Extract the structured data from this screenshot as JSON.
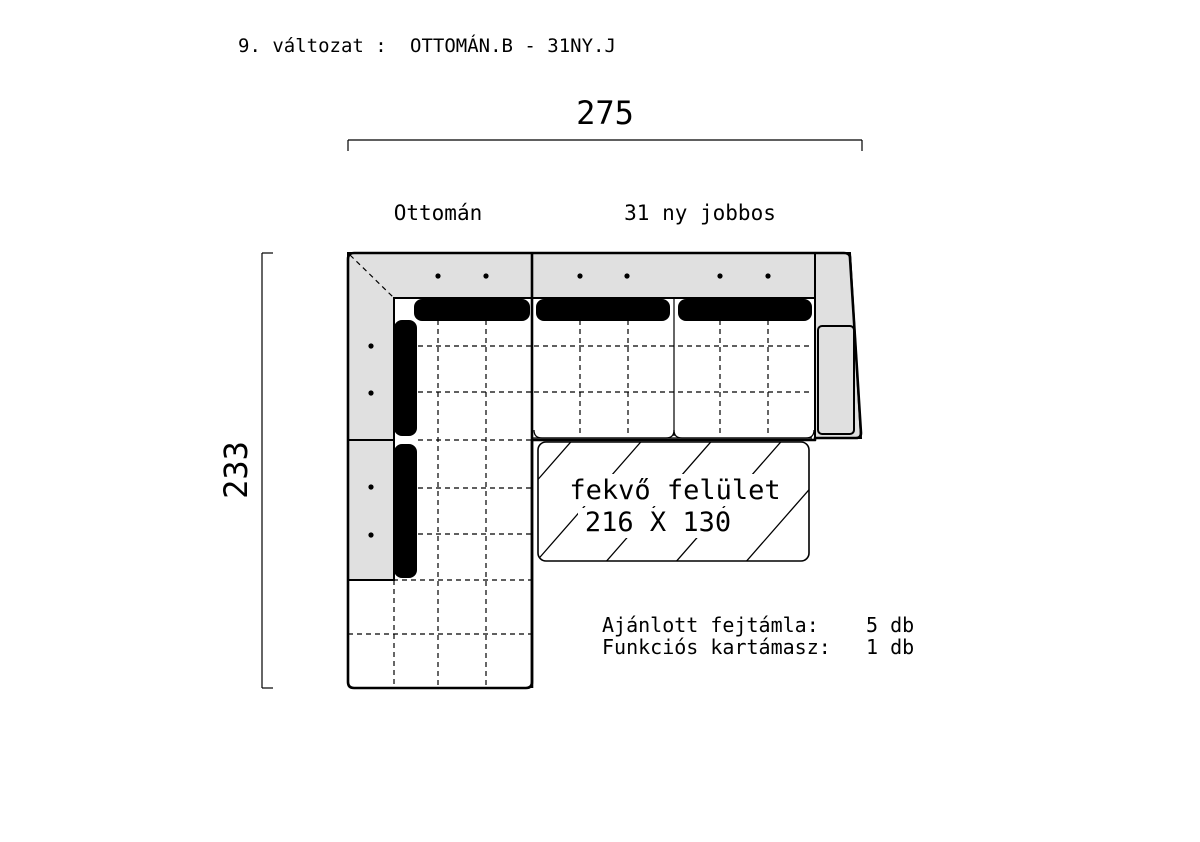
{
  "header": {
    "variant_label": "9. változat :",
    "variant_code": "OTTOMÁN.B - 31NY.J"
  },
  "dimensions": {
    "width": "275",
    "depth": "233"
  },
  "modules": {
    "left_label": "Ottomán",
    "right_label": "31 ny jobbos"
  },
  "bed_area": {
    "line1": "fekvő felület",
    "line2": "216 X 130"
  },
  "notes": [
    {
      "label": "Ajánlott fejtámla:",
      "value": "5 db"
    },
    {
      "label": "Funkciós kartámasz:",
      "value": "1 db"
    }
  ]
}
